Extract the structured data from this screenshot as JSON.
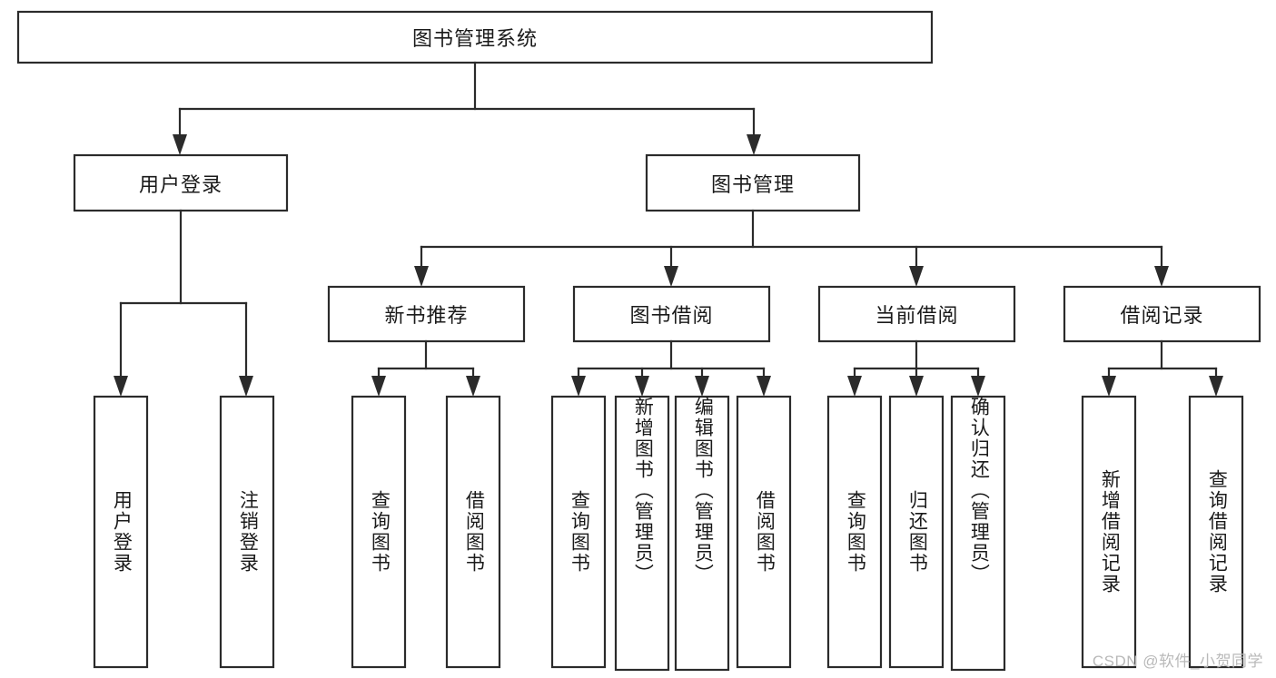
{
  "diagram": {
    "type": "tree-hierarchy",
    "title": "图书管理系统",
    "orientation": "top-down",
    "colors": {
      "box_fill": "#ffffff",
      "box_stroke": "#2b2b2b",
      "text": "#1a1a1a",
      "background": "#ffffff",
      "watermark": "#b9b9b9"
    },
    "levels": 4,
    "nodes": {
      "root": {
        "label": "图书管理系统",
        "orientation": "horizontal"
      },
      "level2": [
        {
          "id": "user-login",
          "label": "用户登录",
          "orientation": "horizontal"
        },
        {
          "id": "book-management",
          "label": "图书管理",
          "orientation": "horizontal"
        }
      ],
      "level3": [
        {
          "id": "new-book-recommend",
          "label": "新书推荐",
          "orientation": "horizontal",
          "parent": "book-management"
        },
        {
          "id": "book-borrow",
          "label": "图书借阅",
          "orientation": "horizontal",
          "parent": "book-management"
        },
        {
          "id": "current-borrow",
          "label": "当前借阅",
          "orientation": "horizontal",
          "parent": "book-management"
        },
        {
          "id": "borrow-record",
          "label": "借阅记录",
          "orientation": "horizontal",
          "parent": "book-management"
        }
      ],
      "leaves": [
        {
          "id": "leaf-user-login",
          "label": "用户登录",
          "orientation": "vertical",
          "parent": "user-login"
        },
        {
          "id": "leaf-logout-login",
          "label": "注销登录",
          "orientation": "vertical",
          "parent": "user-login"
        },
        {
          "id": "leaf-query-book-1",
          "label": "查询图书",
          "orientation": "vertical",
          "parent": "new-book-recommend"
        },
        {
          "id": "leaf-borrow-book-1",
          "label": "借阅图书",
          "orientation": "vertical",
          "parent": "new-book-recommend"
        },
        {
          "id": "leaf-query-book-2",
          "label": "查询图书",
          "orientation": "vertical",
          "parent": "book-borrow"
        },
        {
          "id": "leaf-add-book",
          "label": "新增图书（管理员）",
          "orientation": "vertical",
          "parent": "book-borrow"
        },
        {
          "id": "leaf-edit-book",
          "label": "编辑图书（管理员）",
          "orientation": "vertical",
          "parent": "book-borrow"
        },
        {
          "id": "leaf-borrow-book-2",
          "label": "借阅图书",
          "orientation": "vertical",
          "parent": "book-borrow"
        },
        {
          "id": "leaf-query-book-3",
          "label": "查询图书",
          "orientation": "vertical",
          "parent": "current-borrow"
        },
        {
          "id": "leaf-return-book",
          "label": "归还图书",
          "orientation": "vertical",
          "parent": "current-borrow"
        },
        {
          "id": "leaf-confirm-return",
          "label": "确认归还（管理员）",
          "orientation": "vertical",
          "parent": "current-borrow"
        },
        {
          "id": "leaf-add-record",
          "label": "新增借阅记录",
          "orientation": "vertical",
          "parent": "borrow-record"
        },
        {
          "id": "leaf-query-record",
          "label": "查询借阅记录",
          "orientation": "vertical",
          "parent": "borrow-record"
        }
      ]
    }
  },
  "watermark": {
    "text": "CSDN @软件_小贺同学"
  }
}
